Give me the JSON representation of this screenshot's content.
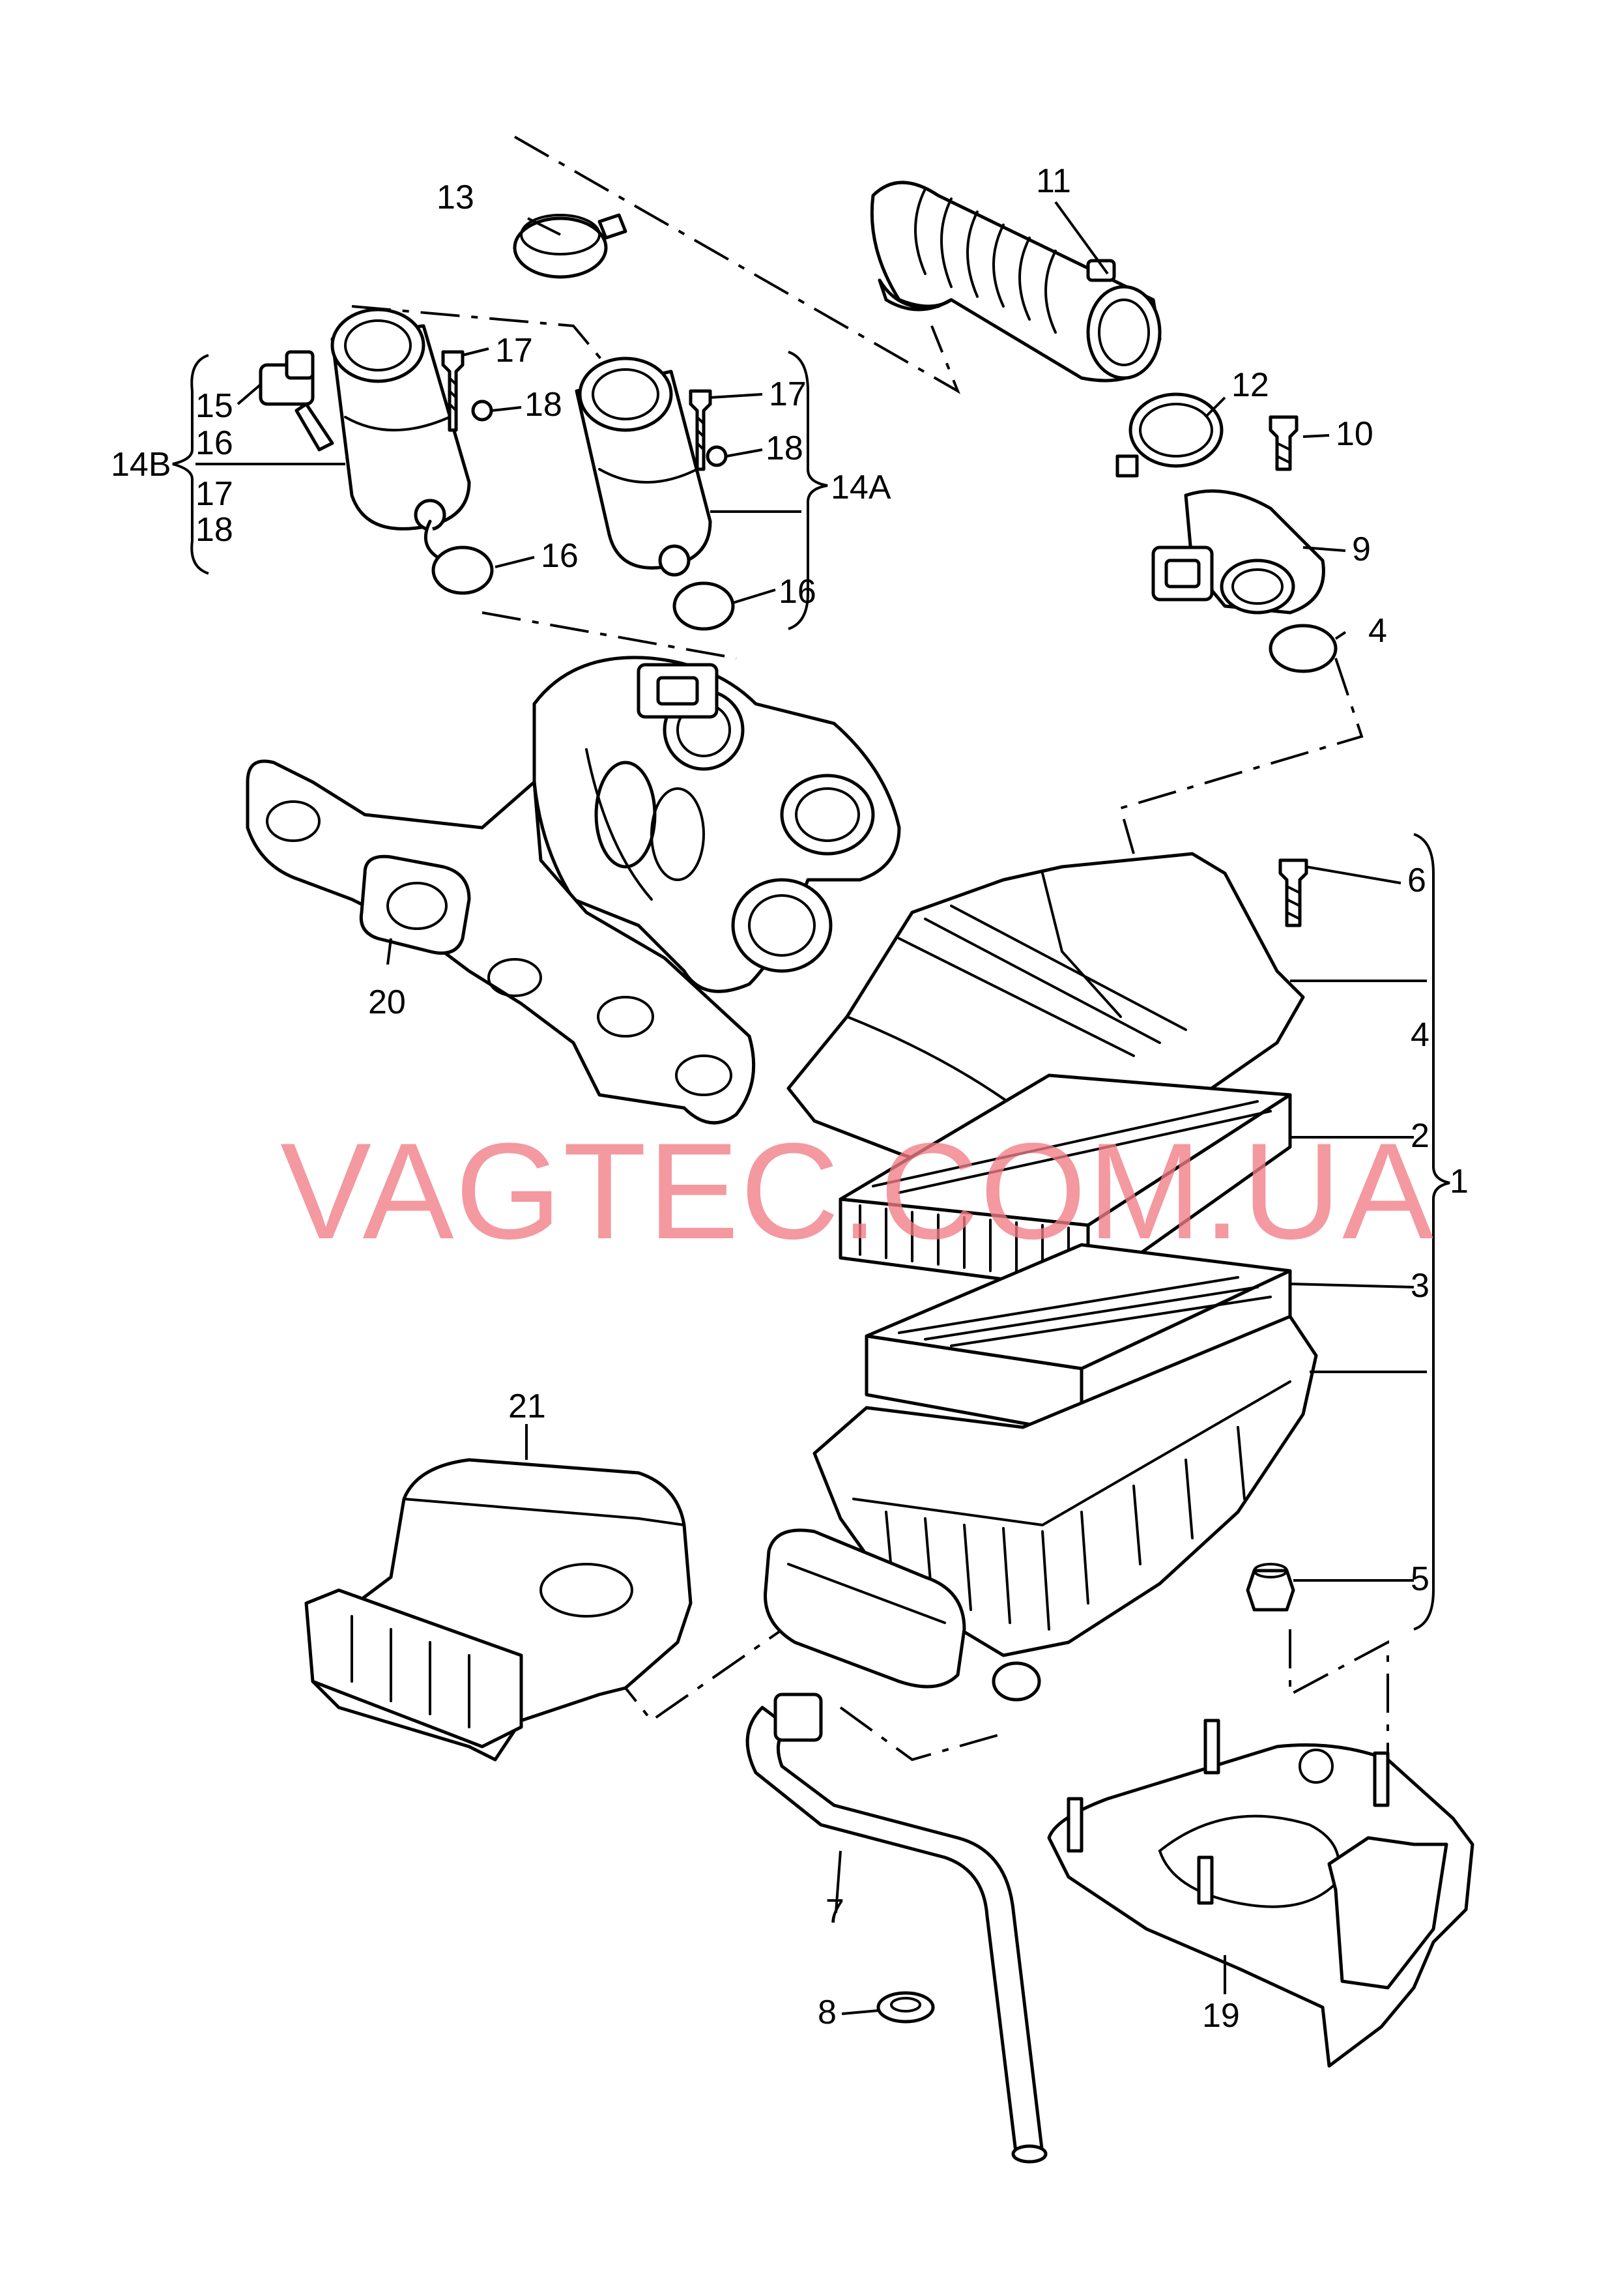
{
  "watermark": "VAGTEC.COM.UA",
  "callouts": {
    "c1": "1",
    "c2": "2",
    "c3": "3",
    "c4a": "4",
    "c4b": "4",
    "c5": "5",
    "c6": "6",
    "c7": "7",
    "c8": "8",
    "c9": "9",
    "c10": "10",
    "c11": "11",
    "c12": "12",
    "c13": "13",
    "c14a": "14A",
    "c14b": "14B",
    "c15": "15",
    "c16a": "16",
    "c16b": "16",
    "c16c": "16",
    "c17a": "17",
    "c17b": "17",
    "c17c": "17",
    "c18a": "18",
    "c18b": "18",
    "c18c": "18",
    "c19": "19",
    "c20": "20",
    "c21": "21"
  },
  "colors": {
    "line": "#000000",
    "watermark": "#f07c84",
    "background": "#ffffff"
  }
}
